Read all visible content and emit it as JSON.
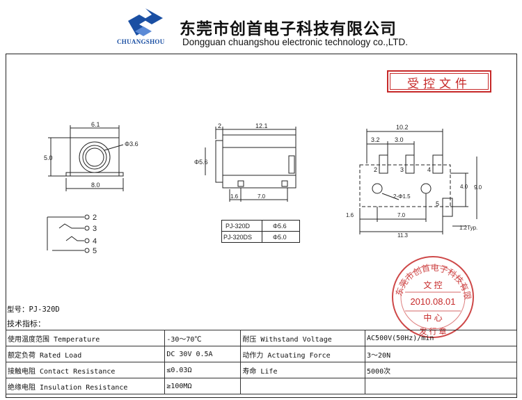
{
  "header": {
    "logo_text": "CHUANGSHOU",
    "company_cn": "东莞市创首电子科技有限公司",
    "company_en": "Dongguan chuangshou electronic technology co.,LTD."
  },
  "stamp_box": {
    "label": "受控文件"
  },
  "colors": {
    "stamp_red": "#c62828",
    "logo_blue": "#1a4fa3",
    "line": "#222222"
  },
  "front_view": {
    "width": "6.1",
    "height": "5.0",
    "hole": "Φ3.6",
    "base": "8.0"
  },
  "side_view": {
    "lead": "2",
    "length": "12.1",
    "diameter": "Φ5.6",
    "pin_pitch_a": "1.6",
    "pin_pitch_b": "7.0"
  },
  "schematic": {
    "pins": [
      "2",
      "3",
      "4",
      "5"
    ]
  },
  "model_table": [
    {
      "model": "PJ-320D",
      "diameter": "Φ5.6"
    },
    {
      "model": "PJ-320DS",
      "diameter": "Φ5.0"
    }
  ],
  "footprint": {
    "overall_width": "10.2",
    "pad_a": "3.2",
    "pad_b": "3.0",
    "pad_labels": [
      "2",
      "3",
      "4",
      "5"
    ],
    "hole_note": "2-Φ1.5",
    "height_a": "4.0",
    "height_b": "9.0",
    "offset": "1.6",
    "pitch": "7.0",
    "total": "11.3",
    "typ": "1.2Typ."
  },
  "round_stamp": {
    "ring_text": "东莞市创首电子科技有限公司",
    "line1": "文 控",
    "date": "2010.08.01",
    "line3": "中 心",
    "bottom": "发 行 章"
  },
  "model_line": "型号：PJ-320D",
  "spec_heading": "技术指标：",
  "specs": [
    [
      "使用温度范围 Temperature",
      "-30～70℃",
      "耐压 Withstand Voltage",
      "AC500V(50Hz)/min"
    ],
    [
      "额定负荷 Rated Load",
      "DC 30V 0.5A",
      "动作力 Actuating Force",
      "3～20N"
    ],
    [
      "接触电阻 Contact Resistance",
      "≤0.03Ω",
      "寿命 Life",
      "5000次"
    ],
    [
      "绝缘电阻 Insulation Resistance",
      "≥100MΩ",
      "",
      ""
    ]
  ]
}
